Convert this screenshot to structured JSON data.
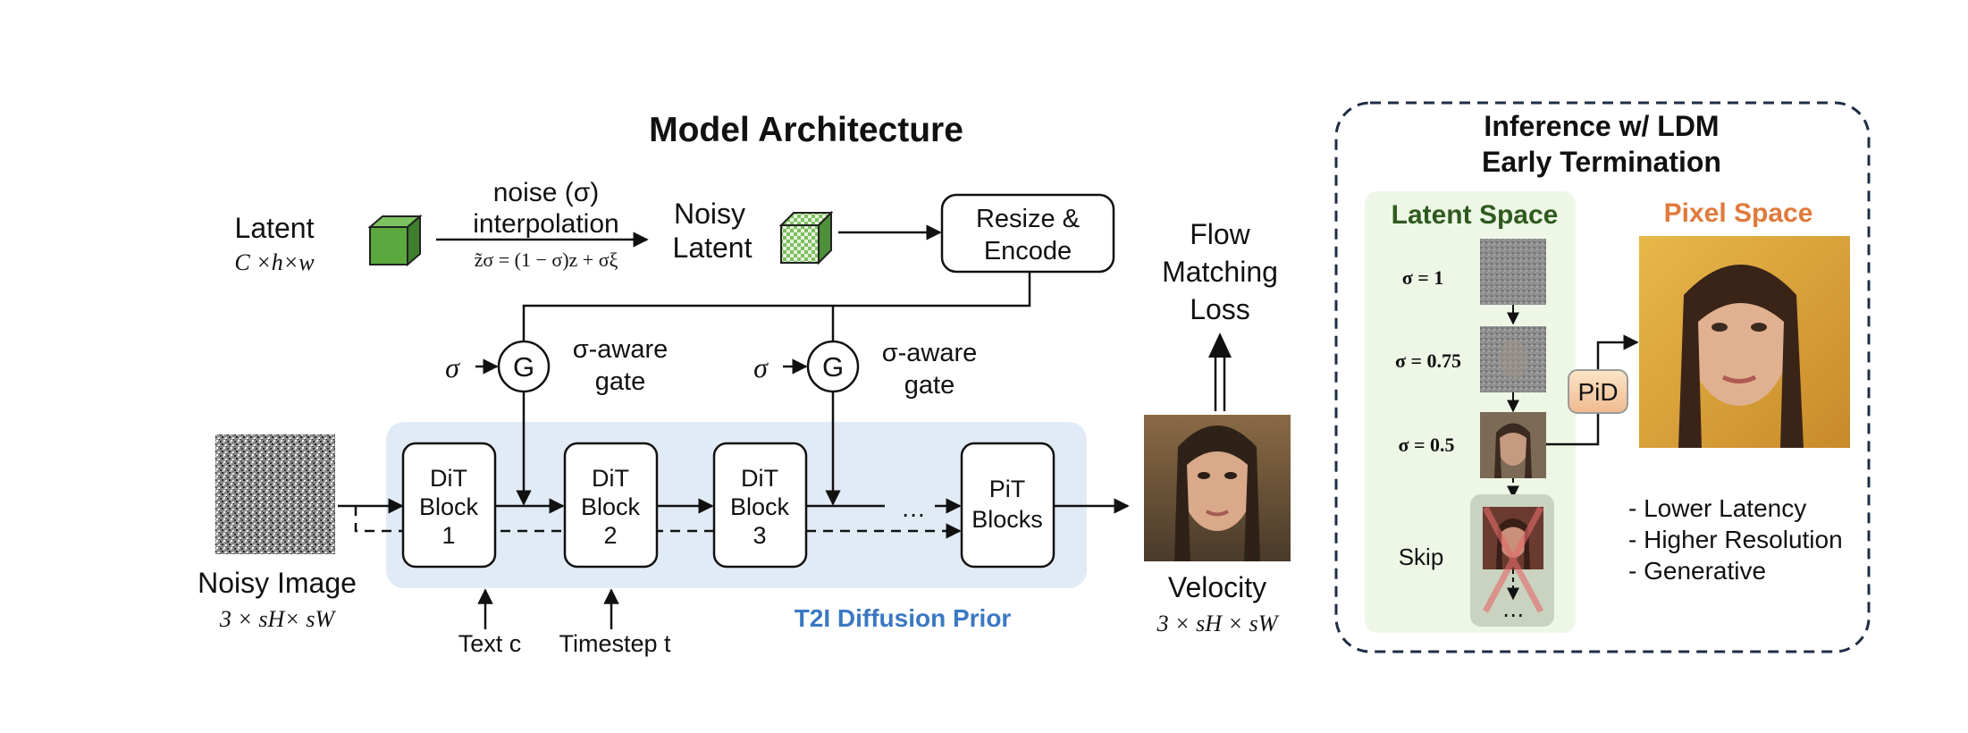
{
  "main_title": "Model Architecture",
  "latent": {
    "label": "Latent",
    "dims": "C ×h×w"
  },
  "noise_interp": {
    "line1": "noise (σ)",
    "line2": "interpolation",
    "formula": "z̃σ = (1 − σ)z + σξ"
  },
  "noisy_latent": {
    "line1": "Noisy",
    "line2": "Latent"
  },
  "resize_encode": {
    "line1": "Resize &",
    "line2": "Encode"
  },
  "flow_loss": {
    "line1": "Flow",
    "line2": "Matching",
    "line3": "Loss"
  },
  "gate": {
    "symbol": "G",
    "sigma": "σ",
    "label_line1": "σ-aware",
    "label_line2": "gate"
  },
  "noisy_image": {
    "label": "Noisy Image",
    "dims": "3 × sH× sW"
  },
  "blocks": [
    {
      "line1": "DiT",
      "line2": "Block",
      "line3": "1"
    },
    {
      "line1": "DiT",
      "line2": "Block",
      "line3": "2"
    },
    {
      "line1": "DiT",
      "line2": "Block",
      "line3": "3"
    },
    {
      "line1": "PiT",
      "line2": "Blocks",
      "line3": ""
    }
  ],
  "ellipsis": "…",
  "prior_label": "T2I Diffusion Prior",
  "text_input": "Text c",
  "timestep_input": "Timestep t",
  "velocity": {
    "label": "Velocity",
    "dims": "3 × sH × sW"
  },
  "inference": {
    "title_line1": "Inference w/ LDM",
    "title_line2": "Early Termination",
    "latent_space": "Latent Space",
    "pixel_space": "Pixel Space",
    "sigma_levels": [
      "σ = 1",
      "σ = 0.75",
      "σ = 0.5"
    ],
    "skip": "Skip",
    "ellipsis": "⋯",
    "pid": "PiD",
    "benefits": [
      "- Lower Latency",
      "- Higher Resolution",
      "- Generative"
    ]
  },
  "colors": {
    "prior_bg": "#e1ebf6",
    "prior_text": "#3b78c2",
    "latent_green_text": "#2f5a1f",
    "pixel_orange_text": "#e07a3c",
    "latent_space_bg": "#eef7e6",
    "cube_green": "#4e9a3a",
    "pid_fill": "#f4c9a0"
  }
}
